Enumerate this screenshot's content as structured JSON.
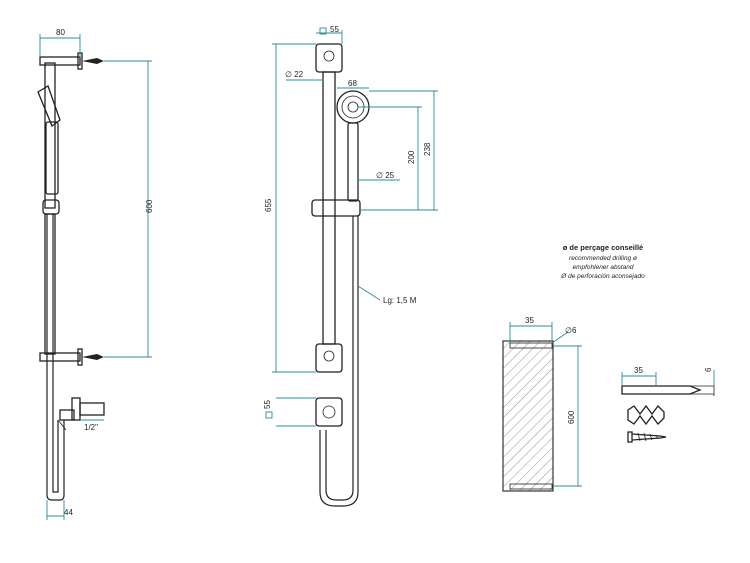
{
  "dimensions": {
    "side_width": "80",
    "side_height": "600",
    "side_inlet": "1/2\"",
    "side_bottom": "44",
    "front_bracket": "55",
    "front_rail_dia": "∅ 22",
    "front_head_dia": "68",
    "front_total": "655",
    "front_hand_200": "200",
    "front_hand_238": "238",
    "front_handle_dia": "∅ 25",
    "front_hose_length": "Lg: 1,5 M",
    "front_bottom_bracket": "55",
    "wall_width": "35",
    "wall_hole": "∅6",
    "wall_height": "600",
    "drill_length": "35",
    "drill_dia": "6"
  },
  "notes": {
    "title": "ø de perçage conseillé",
    "line1": "recommended drilling ø",
    "line2": "empfohlener abstand",
    "line3": "Ø de perforación aconsejado"
  }
}
